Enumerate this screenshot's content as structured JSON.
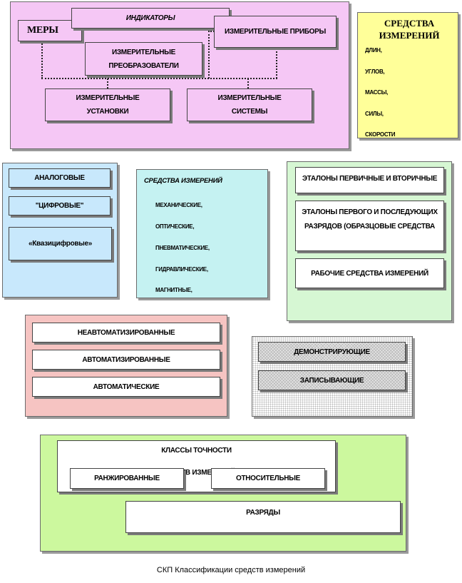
{
  "top": {
    "indicators": "ИНДИКАТОРЫ",
    "measures": "МЕРЫ",
    "instruments": "ИЗМЕРИТЕЛЬНЫЕ ПРИБОРЫ",
    "transducers": "ИЗМЕРИТЕЛЬНЫЕ ПРЕОБРАЗОВАТЕЛИ",
    "installations": "ИЗМЕРИТЕЛЬНЫЕ УСТАНОВКИ",
    "systems": "ИЗМЕРИТЕЛЬНЫЕ СИСТЕМЫ"
  },
  "quantities": {
    "title": "СРЕДСТВА ИЗМЕРЕНИЙ",
    "items": [
      "ДЛИН,",
      "УГЛОВ,",
      "МАССЫ,",
      "СИЛЫ,",
      "СКОРОСТИ"
    ]
  },
  "signal": {
    "items": [
      "АНАЛОГОВЫЕ",
      "\"ЦИФРОВЫЕ\"",
      "«Квазицифровые»"
    ]
  },
  "principle": {
    "title": "СРЕДСТВА ИЗМЕРЕНИЙ",
    "items": [
      "МЕХАНИЧЕСКИЕ,",
      "ОПТИЧЕСКИЕ,",
      "ПНЕВМАТИЧЕСКИЕ,",
      "ГИДРАВЛИЧЕСКИЕ,",
      "МАГНИТНЫЕ,"
    ]
  },
  "metrology": {
    "items": [
      "ЭТАЛОНЫ ПЕРВИЧНЫЕ И ВТОРИЧНЫЕ",
      "ЭТАЛОНЫ ПЕРВОГО И ПОСЛЕДУЮЩИХ РАЗРЯДОВ (ОБРАЗЦОВЫЕ СРЕДСТВА",
      "РАБОЧИЕ СРЕДСТВА ИЗМЕРЕНИЙ"
    ]
  },
  "automation": {
    "items": [
      "НЕАВТОМАТИЗИРОВАННЫЕ",
      "АВТОМАТИЗИРОВАННЫЕ",
      "АВТОМАТИЧЕСКИЕ"
    ]
  },
  "readout": {
    "items": [
      "ДЕМОНСТРИРУЮЩИЕ",
      "ЗАПИСЫВАЮЩИЕ"
    ]
  },
  "accuracy": {
    "title": "КЛАССЫ ТОЧНОСТИ",
    "hidden_fragment": "СРЕДСТВ ИЗМЕРЕНИЙ",
    "ranked": "РАНЖИРОВАННЫЕ",
    "relative": "ОТНОСИТЕЛЬНЫЕ",
    "grades": "РАЗРЯДЫ"
  },
  "caption": "СКП Классификации средств измерений",
  "colors": {
    "pink": "#f5c7f5",
    "yellow": "#ffff99",
    "blue": "#c8e8fc",
    "cyan": "#c5f2f2",
    "green": "#d6f7d3",
    "salmon": "#f6c4c2",
    "lime": "#ccf89e"
  }
}
